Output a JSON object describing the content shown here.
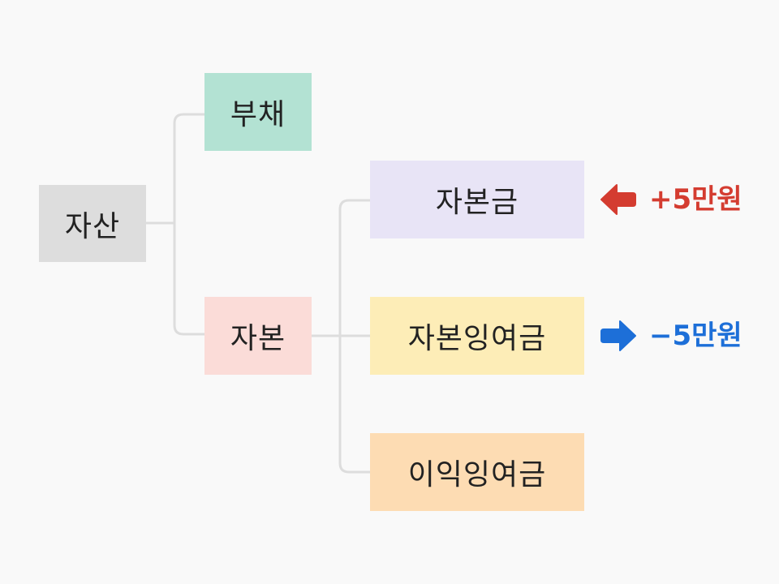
{
  "colors": {
    "background": "#f9f9f9",
    "connector": "#dddddd",
    "asset_fill": "#dddddd",
    "debt_fill": "#b3e2d3",
    "equity_fill": "#fbdcd8",
    "capital_fill": "#e8e4f6",
    "surplus_fill": "#fdedb7",
    "retained_fill": "#fddcb3",
    "increase": "#d43c30",
    "decrease": "#1d6fd8"
  },
  "nodes": {
    "asset": "자산",
    "debt": "부채",
    "equity": "자본",
    "capital": "자본금",
    "surplus": "자본잉여금",
    "retained": "이익잉여금"
  },
  "annotations": {
    "capital": {
      "direction": "left-arrow-icon",
      "text": "+5만원"
    },
    "surplus": {
      "direction": "right-arrow-icon",
      "text": "−5만원"
    }
  }
}
